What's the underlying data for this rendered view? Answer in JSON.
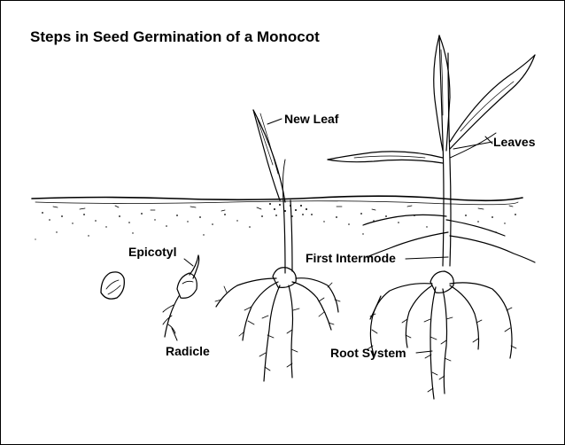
{
  "title": "Steps in Seed Germination of a Monocot",
  "labels": {
    "new_leaf": "New Leaf",
    "leaves": "Leaves",
    "epicotyl": "Epicotyl",
    "first_intermode": "First Intermode",
    "radicle": "Radicle",
    "root_system": "Root System"
  },
  "colors": {
    "ink": "#000000",
    "background": "#ffffff"
  }
}
